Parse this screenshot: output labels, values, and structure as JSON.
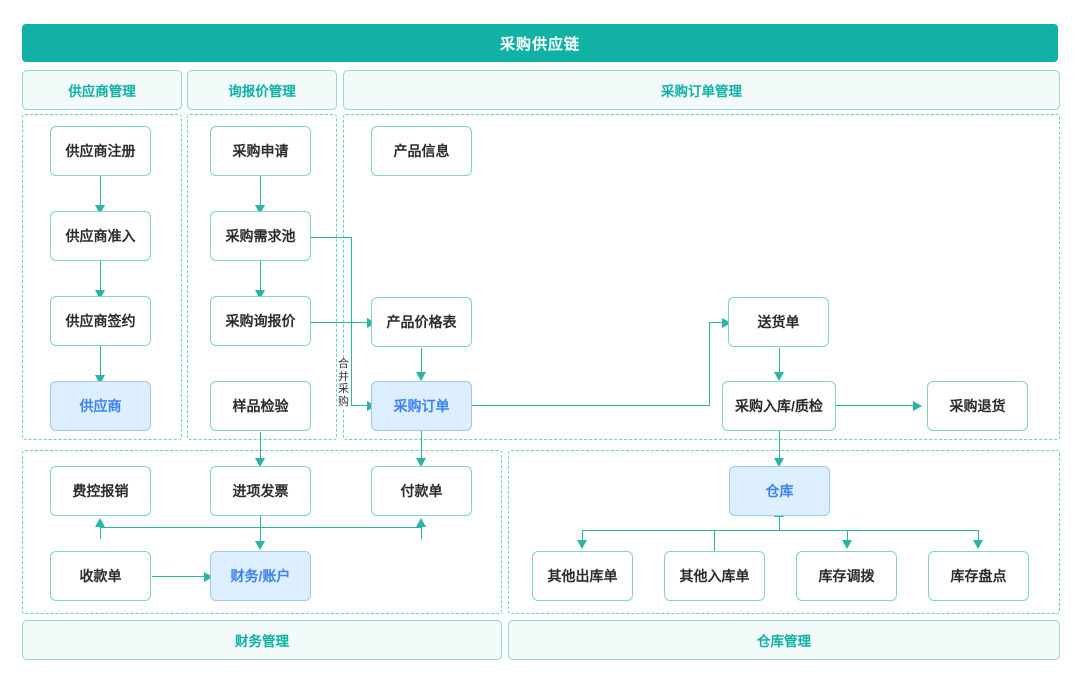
{
  "header": {
    "title": "采购供应链",
    "accent": "#12b1a6"
  },
  "theme": {
    "teal": "#12b1a6",
    "teal_line": "#2bb3a3",
    "teal_border": "#7fd4ce",
    "pill_bg": "#f2fbfa",
    "highlight_bg": "#ddeeff",
    "highlight_text": "#3c82f7"
  },
  "groups": [
    {
      "id": "supplier",
      "label": "供应商管理",
      "position": "top"
    },
    {
      "id": "rfq",
      "label": "询报价管理",
      "position": "top"
    },
    {
      "id": "order",
      "label": "采购订单管理",
      "position": "top"
    },
    {
      "id": "finance",
      "label": "财务管理",
      "position": "bottom"
    },
    {
      "id": "warehouse",
      "label": "仓库管理",
      "position": "bottom"
    }
  ],
  "nodes": {
    "supplier_register": {
      "label": "供应商注册",
      "highlight": false
    },
    "supplier_access": {
      "label": "供应商准入",
      "highlight": false
    },
    "supplier_contract": {
      "label": "供应商签约",
      "highlight": false
    },
    "supplier": {
      "label": "供应商",
      "highlight": true
    },
    "purchase_request": {
      "label": "采购申请",
      "highlight": false
    },
    "demand_pool": {
      "label": "采购需求池",
      "highlight": false
    },
    "inquiry_quote": {
      "label": "采购询报价",
      "highlight": false
    },
    "sample_check": {
      "label": "样品检验",
      "highlight": false
    },
    "product_info": {
      "label": "产品信息",
      "highlight": false
    },
    "price_list": {
      "label": "产品价格表",
      "highlight": false
    },
    "purchase_order": {
      "label": "采购订单",
      "highlight": true
    },
    "delivery_note": {
      "label": "送货单",
      "highlight": false
    },
    "inbound_qc": {
      "label": "采购入库/质检",
      "highlight": false
    },
    "purchase_return": {
      "label": "采购退货",
      "highlight": false
    },
    "expense_claim": {
      "label": "费控报销",
      "highlight": false
    },
    "input_invoice": {
      "label": "进项发票",
      "highlight": false
    },
    "payment_note": {
      "label": "付款单",
      "highlight": false
    },
    "receipt_note": {
      "label": "收款单",
      "highlight": false
    },
    "finance_account": {
      "label": "财务/账户",
      "highlight": true
    },
    "warehouse": {
      "label": "仓库",
      "highlight": true
    },
    "other_outbound": {
      "label": "其他出库单",
      "highlight": false
    },
    "other_inbound": {
      "label": "其他入库单",
      "highlight": false
    },
    "stock_transfer": {
      "label": "库存调拨",
      "highlight": false
    },
    "stock_count": {
      "label": "库存盘点",
      "highlight": false
    }
  },
  "edge_labels": {
    "merge_purchase": "合并采购"
  }
}
